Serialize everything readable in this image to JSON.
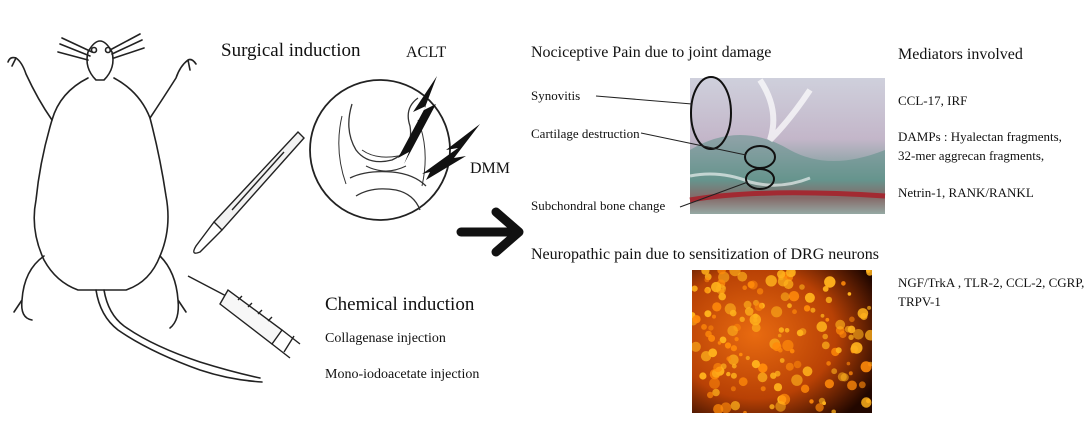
{
  "induction": {
    "surgical_title": "Surgical induction",
    "aclt_label": "ACLT",
    "dmm_label": "DMM",
    "chemical_title": "Chemical induction",
    "chemical_items": [
      "Collagenase injection",
      "Mono-iodoacetate injection"
    ]
  },
  "nociceptive": {
    "title": "Nociceptive Pain due to joint damage",
    "annotations": [
      "Synovitis",
      "Cartilage destruction",
      "Subchondral bone change"
    ]
  },
  "mediators": {
    "title": "Mediators involved",
    "items": [
      "CCL-17, IRF",
      "DAMPs : Hyalectan fragments,",
      "32-mer aggrecan fragments,",
      "Netrin-1, RANK/RANKL"
    ]
  },
  "neuropathic": {
    "title": "Neuropathic pain due to sensitization of DRG neurons",
    "mediators": [
      "NGF/TrkA , TLR-2, CCL-2, CGRP,",
      "TRPV-1"
    ]
  }
}
